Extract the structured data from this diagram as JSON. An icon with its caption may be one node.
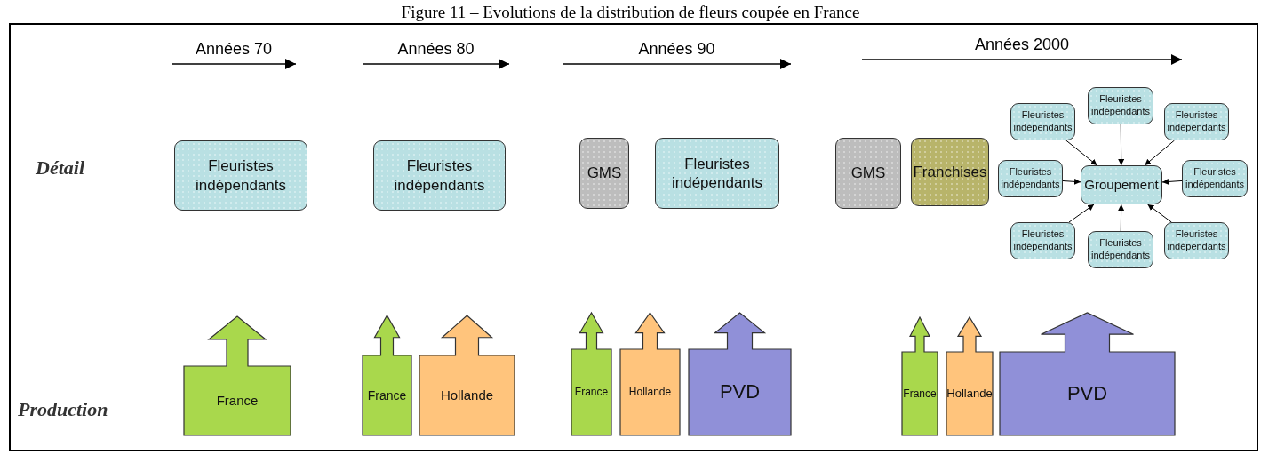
{
  "diagram": {
    "title": "Figure 11 – Evolutions de la distribution de fleurs coupée en France",
    "nodes": [
      {
        "text": [
          "Fleuristes indépendants"
        ]
      },
      {
        "text": [
          "Fleuristes indépendants"
        ]
      },
      {
        "text": [
          "GMS"
        ]
      },
      {
        "text": [
          "Fleuristes indépendants"
        ]
      },
      {
        "text": [
          "GMS"
        ]
      },
      {
        "text": [
          "Franchises"
        ]
      },
      {
        "text": [
          "Fleuristes indépendants"
        ]
      },
      {
        "text": [
          "Fleuristes indépendants"
        ]
      },
      {
        "text": [
          "Fleuristes indépendants"
        ]
      },
      {
        "text": [
          "Fleuristes indépendants"
        ]
      },
      {
        "text": [
          "Groupement"
        ]
      },
      {
        "text": [
          "Fleuristes indépendants"
        ]
      },
      {
        "text": [
          "Fleuristes indépendants"
        ]
      },
      {
        "text": [
          "Fleuristes indépendants"
        ]
      },
      {
        "text": [
          "Fleuristes indépendants"
        ]
      },
      {
        "text": [
          "France"
        ]
      },
      {
        "text": [
          "France"
        ]
      },
      {
        "text": [
          "Hollande"
        ]
      },
      {
        "text": [
          "France"
        ]
      },
      {
        "text": [
          "Hollande"
        ]
      },
      {
        "text": [
          "PVD"
        ]
      },
      {
        "text": [
          "France"
        ]
      },
      {
        "text": [
          "Hollande"
        ]
      },
      {
        "text": [
          "PVD"
        ]
      }
    ],
    "edges": [
      {
        "from": 6,
        "to": 10,
        "arrow": "to"
      },
      {
        "from": 7,
        "to": 10,
        "arrow": "to"
      },
      {
        "from": 8,
        "to": 10,
        "arrow": "to"
      },
      {
        "from": 9,
        "to": 10,
        "arrow": "to"
      },
      {
        "from": 11,
        "to": 10,
        "arrow": "to"
      },
      {
        "from": 12,
        "to": 10,
        "arrow": "to"
      },
      {
        "from": 13,
        "to": 10,
        "arrow": "to"
      },
      {
        "from": 14,
        "to": 10,
        "arrow": "to"
      }
    ],
    "labels": [
      "Années 70",
      "Années 80",
      "Années 90",
      "Années 2000",
      "Détail",
      "Production"
    ]
  }
}
